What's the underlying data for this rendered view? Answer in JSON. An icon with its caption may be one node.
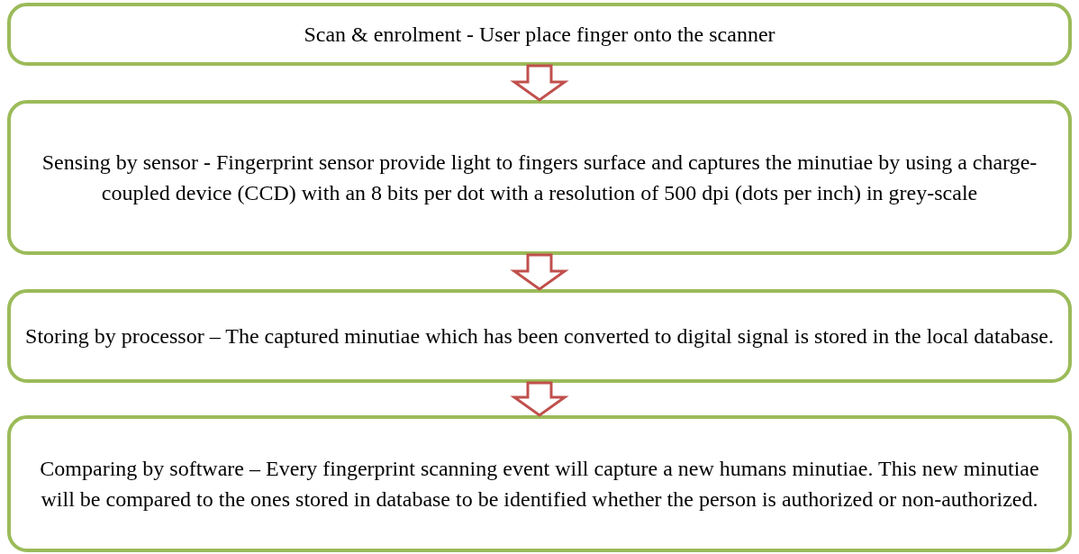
{
  "diagram": {
    "nodes": [
      {
        "text": [
          "Scan & enrolment - User place finger onto the scanner"
        ]
      },
      {
        "text": [
          "Sensing by sensor - Fingerprint sensor provide light to fingers surface and captures the minutiae by using a charge-coupled device (CCD) with an 8 bits per dot with a resolution of 500 dpi (dots per inch) in grey-scale"
        ]
      },
      {
        "text": [
          "Storing by processor – The captured minutiae which has been converted to digital signal is stored in the local database."
        ]
      },
      {
        "text": [
          "Comparing by software – Every fingerprint scanning event will capture a new humans minutiae. This new minutiae will be compared to the ones stored in database to be identified whether the person is authorized or non-authorized."
        ]
      }
    ],
    "edges": [
      {
        "from": 0,
        "to": 1,
        "arrow": "to"
      },
      {
        "from": 1,
        "to": 2,
        "arrow": "to"
      },
      {
        "from": 2,
        "to": 3,
        "arrow": "to"
      }
    ]
  }
}
